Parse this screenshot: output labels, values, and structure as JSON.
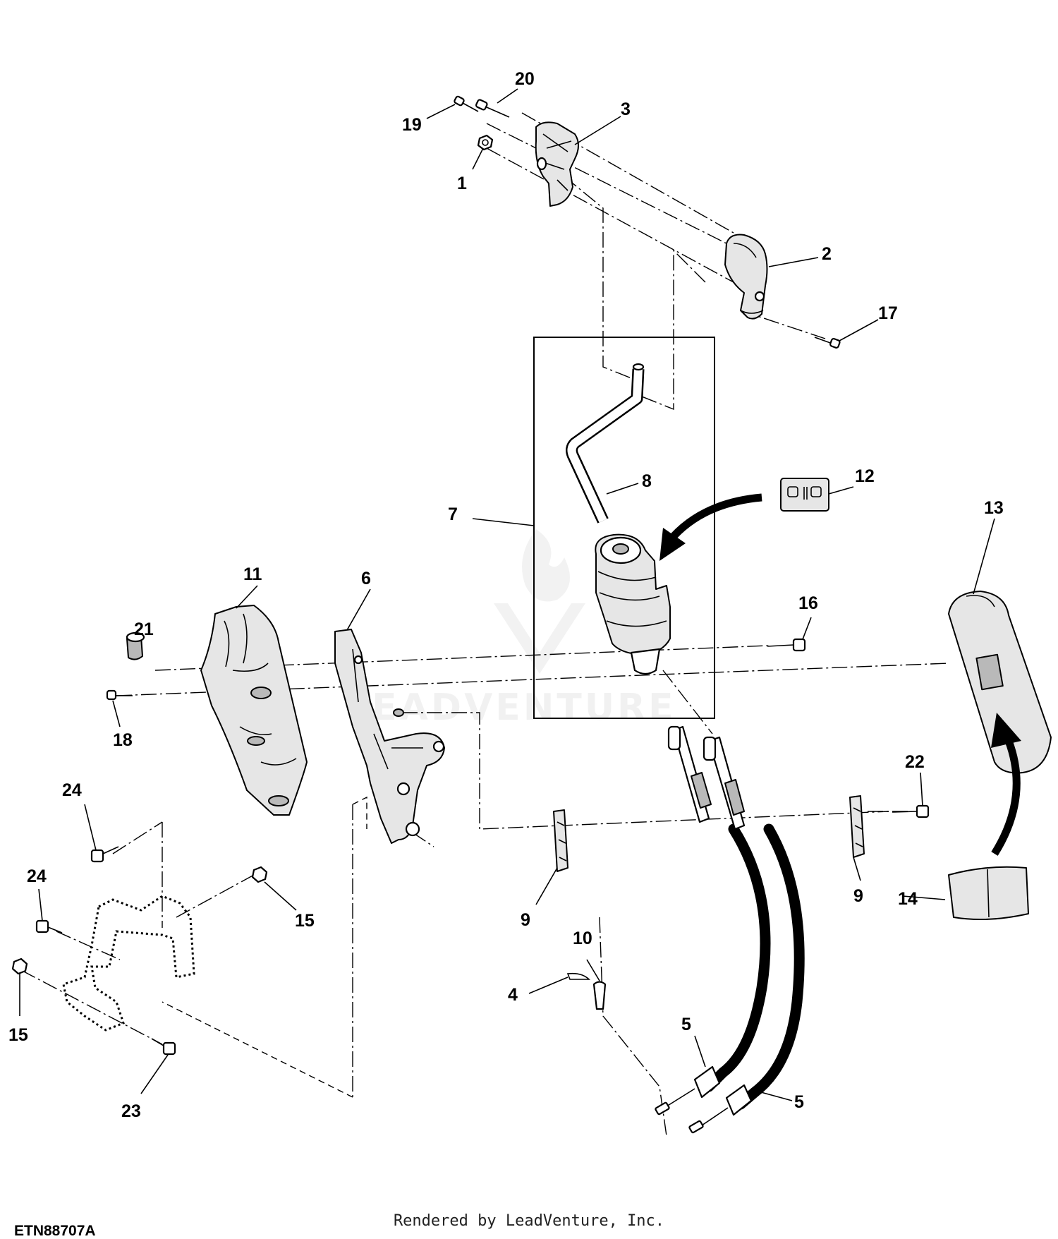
{
  "diagram": {
    "callouts": [
      {
        "id": "c20",
        "label": "20"
      },
      {
        "id": "c19",
        "label": "19"
      },
      {
        "id": "c3",
        "label": "3"
      },
      {
        "id": "c1",
        "label": "1"
      },
      {
        "id": "c2",
        "label": "2"
      },
      {
        "id": "c17",
        "label": "17"
      },
      {
        "id": "c8",
        "label": "8"
      },
      {
        "id": "c12",
        "label": "12"
      },
      {
        "id": "c13",
        "label": "13"
      },
      {
        "id": "c7",
        "label": "7"
      },
      {
        "id": "c11",
        "label": "11"
      },
      {
        "id": "c6",
        "label": "6"
      },
      {
        "id": "c21",
        "label": "21"
      },
      {
        "id": "c16",
        "label": "16"
      },
      {
        "id": "c18",
        "label": "18"
      },
      {
        "id": "c22",
        "label": "22"
      },
      {
        "id": "c24a",
        "label": "24"
      },
      {
        "id": "c24b",
        "label": "24"
      },
      {
        "id": "c9a",
        "label": "9"
      },
      {
        "id": "c9b",
        "label": "9"
      },
      {
        "id": "c14",
        "label": "14"
      },
      {
        "id": "c15a",
        "label": "15"
      },
      {
        "id": "c15b",
        "label": "15"
      },
      {
        "id": "c10",
        "label": "10"
      },
      {
        "id": "c4",
        "label": "4"
      },
      {
        "id": "c5a",
        "label": "5"
      },
      {
        "id": "c5b",
        "label": "5"
      },
      {
        "id": "c23",
        "label": "23"
      }
    ],
    "watermark": "LEADVENTURE"
  },
  "footer": {
    "figure_code": "ETN88707A",
    "credit": "Rendered by LeadVenture, Inc."
  }
}
